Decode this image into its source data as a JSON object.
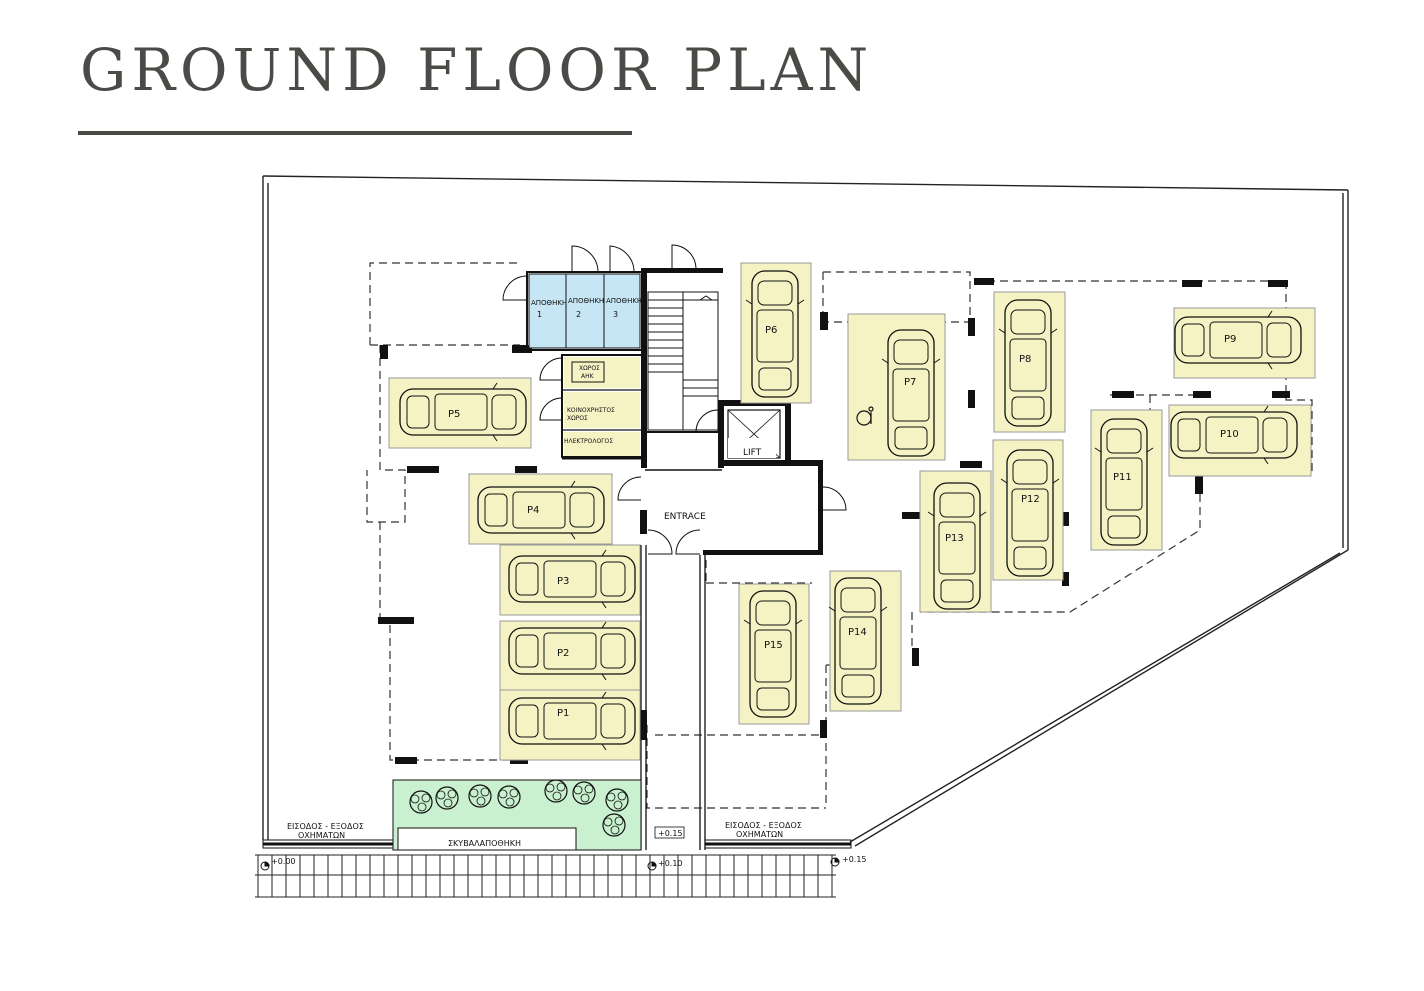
{
  "title": "GROUND FLOOR PLAN",
  "colors": {
    "title": "#4a4a46",
    "parking": "#f5f2c4",
    "storage": "#c7e6f5",
    "garden": "#c9f0cf",
    "line": "#111111"
  },
  "labels": {
    "storage_word": "ΑΠΟΘΗΚΗ",
    "storage_1": "1",
    "storage_2": "2",
    "storage_3": "3",
    "xoros_line1": "ΧΩΡΟΣ",
    "xoros_line2": "ΑΗΚ",
    "common_line1": "ΚΟΙΝΟΧΡΗΣΤΟΣ",
    "common_line2": "ΧΩΡΟΣ",
    "electric": "ΗΛΕΚΤΡΟΛΟΓΟΣ",
    "lift": "LIFT",
    "entrance": "ENTRACE",
    "garbage": "ΣΚΥΒΑΛΑΠΟΘΗΚΗ",
    "vehicle_exit_line1": "ΕΙΣΟΔΟΣ - ΕΞΟΔΟΣ",
    "vehicle_exit_line2": "ΟΧΗΜΑΤΩΝ",
    "level_000": "+0.00",
    "level_010": "+0.10",
    "level_015": "+0.15"
  },
  "parking": [
    "P1",
    "P2",
    "P3",
    "P4",
    "P5",
    "P6",
    "P7",
    "P8",
    "P9",
    "P10",
    "P11",
    "P12",
    "P13",
    "P14",
    "P15"
  ]
}
